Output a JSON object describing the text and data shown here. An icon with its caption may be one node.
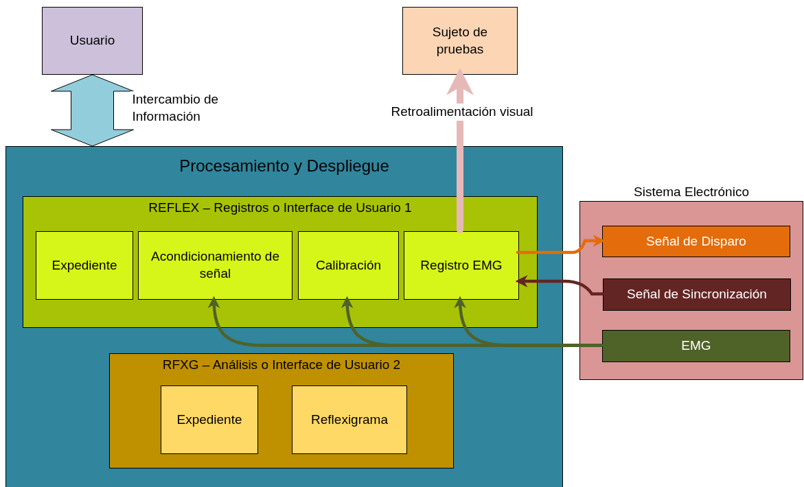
{
  "diagram": {
    "nodes": [
      {
        "text": [
          "Usuario"
        ]
      },
      {
        "text": [
          "Sujeto de pruebas"
        ]
      },
      {
        "text": [
          "Procesamiento y Despliegue"
        ]
      },
      {
        "text": [
          "REFLEX – Registros o Interface de Usuario 1"
        ],
        "in": 2
      },
      {
        "text": [
          "Expediente"
        ],
        "in": 3
      },
      {
        "text": [
          "Acondicionamiento de señal"
        ],
        "in": 3
      },
      {
        "text": [
          "Calibración"
        ],
        "in": 3
      },
      {
        "text": [
          "Registro EMG"
        ],
        "in": 3
      },
      {
        "text": [
          "RFXG – Análisis o Interface de Usuario 2"
        ],
        "in": 2
      },
      {
        "text": [
          "Expediente"
        ],
        "in": 8
      },
      {
        "text": [
          "Reflexigrama"
        ],
        "in": 8
      },
      {
        "text": [
          "Sistema Electrónico"
        ]
      },
      {
        "text": [
          "Señal de Disparo"
        ],
        "in": 11
      },
      {
        "text": [
          "Señal de Sincronización"
        ],
        "in": 11
      },
      {
        "text": [
          "EMG"
        ],
        "in": 11
      }
    ],
    "edges": [
      {
        "from": 0,
        "to": 2,
        "arrow": "both",
        "label": "Intercambio de Información",
        "style": "thick",
        "color": "#92cddc"
      },
      {
        "from": 7,
        "to": 1,
        "arrow": "to",
        "label": "Retroalimentación visual",
        "style": "thick",
        "color": "#e6b9b8"
      },
      {
        "from": 7,
        "to": 12,
        "arrow": "to",
        "color": "#e46c0a"
      },
      {
        "from": 13,
        "to": 7,
        "arrow": "to",
        "color": "#632523"
      },
      {
        "from": 14,
        "to": 5,
        "arrow": "to",
        "color": "#4f6228"
      },
      {
        "from": 14,
        "to": 6,
        "arrow": "to",
        "color": "#4f6228"
      },
      {
        "from": 14,
        "to": 7,
        "arrow": "to",
        "color": "#4f6228"
      }
    ]
  }
}
